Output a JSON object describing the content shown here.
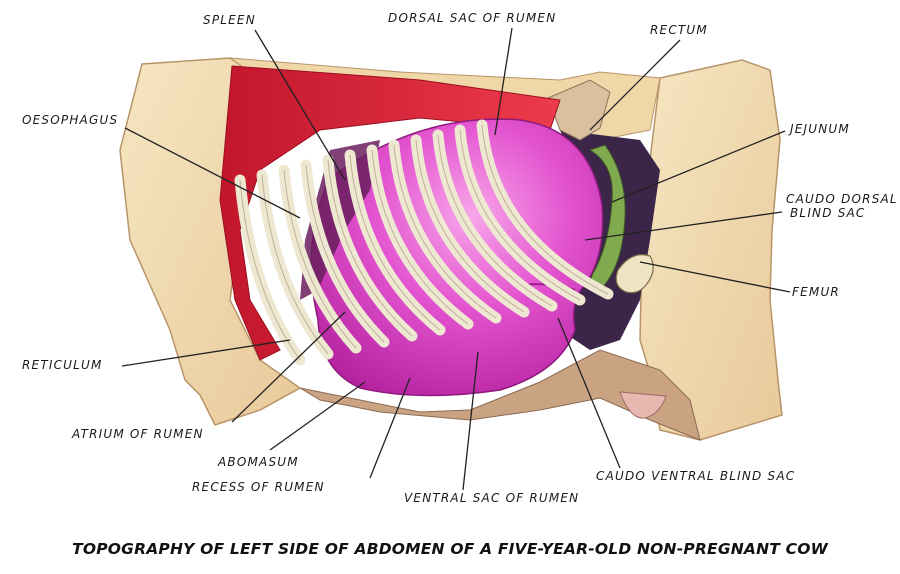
{
  "labels": {
    "spleen": "SPLEEN",
    "dorsal_sac": "DORSAL SAC OF RUMEN",
    "rectum": "RECTUM",
    "oesophagus": "OESOPHAGUS",
    "jejunum": "JEJUNUM",
    "caudodorsal_line1": "CAUDO DORSAL",
    "caudodorsal_line2": "BLIND SAC",
    "femur": "FEMUR",
    "reticulum": "RETICULUM",
    "atrium": "ATRIUM OF RUMEN",
    "abomasum": "ABOMASUM",
    "recess": "RECESS OF RUMEN",
    "ventral_sac": "VENTRAL SAC OF RUMEN",
    "caudoventral": "CAUDO VENTRAL BLIND SAC"
  },
  "caption": "TOPOGRAPHY OF LEFT SIDE OF ABDOMEN OF A FIVE-YEAR-OLD NON-PREGNANT COW",
  "colors": {
    "rumen": "#e040c8",
    "muscle": "#d8283a",
    "hide": "#f2ddb0",
    "ribs": "#ece5cf",
    "viscera_dark": "#3a2448",
    "intestine": "#7aa84a"
  }
}
